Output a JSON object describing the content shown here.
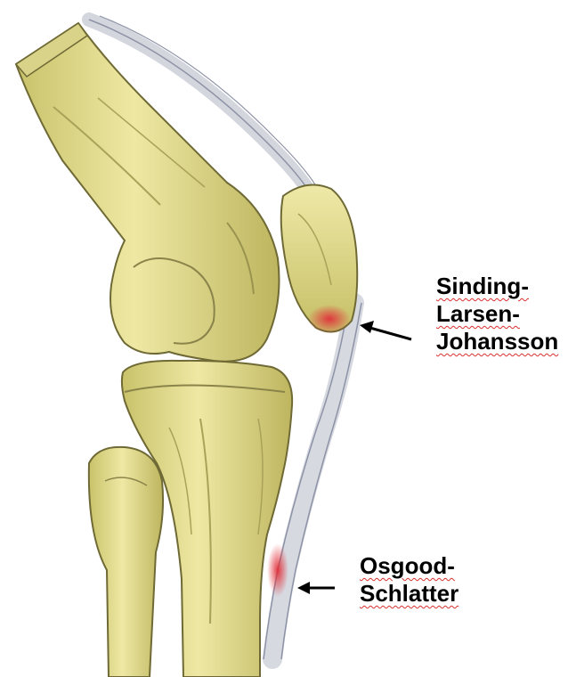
{
  "colors": {
    "bone": "#e9e39a",
    "bone_shadow": "#b9b25c",
    "bone_outline": "#6f6a35",
    "tendon": "#c9ccd6",
    "tendon_line": "#8d93a6",
    "inflammation": "#e0303a",
    "arrow": "#000000",
    "spellcheck_underline": "#d9302c"
  },
  "labels": {
    "sinding_larsen_johansson": {
      "lines": [
        "Sinding-",
        "Larsen-",
        "Johansson"
      ]
    },
    "osgood_schlatter": {
      "lines": [
        "Osgood-",
        "Schlatter"
      ]
    }
  },
  "icons": [
    "arrow-left-icon",
    "arrow-left-icon"
  ]
}
